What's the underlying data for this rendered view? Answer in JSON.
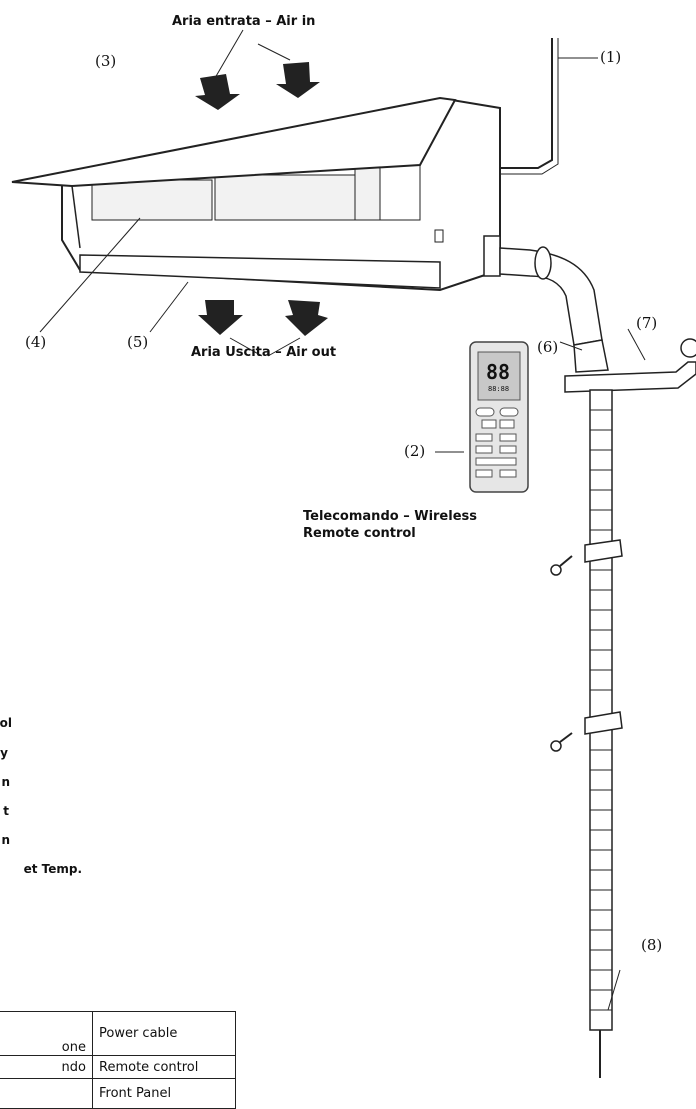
{
  "labels": {
    "air_in": "Aria entrata – Air in",
    "air_out": "Aria Uscita – Air out",
    "remote_caption_line1": "Telecomando – Wireless",
    "remote_caption_line2": "Remote control"
  },
  "callouts": [
    "(1)",
    "(2)",
    "(3)",
    "(4)",
    "(5)",
    "(6)",
    "(7)",
    "(8)"
  ],
  "remote": {
    "display_value": "88",
    "display_extra": "88:88"
  },
  "left_list_fragments": [
    "ol",
    "y",
    "n",
    "t",
    "n",
    "et Temp."
  ],
  "parts_table": [
    {
      "it": "one",
      "en": "Power cable"
    },
    {
      "it": "ndo",
      "en": "Remote control"
    },
    {
      "it": "",
      "en": "Front Panel"
    }
  ]
}
